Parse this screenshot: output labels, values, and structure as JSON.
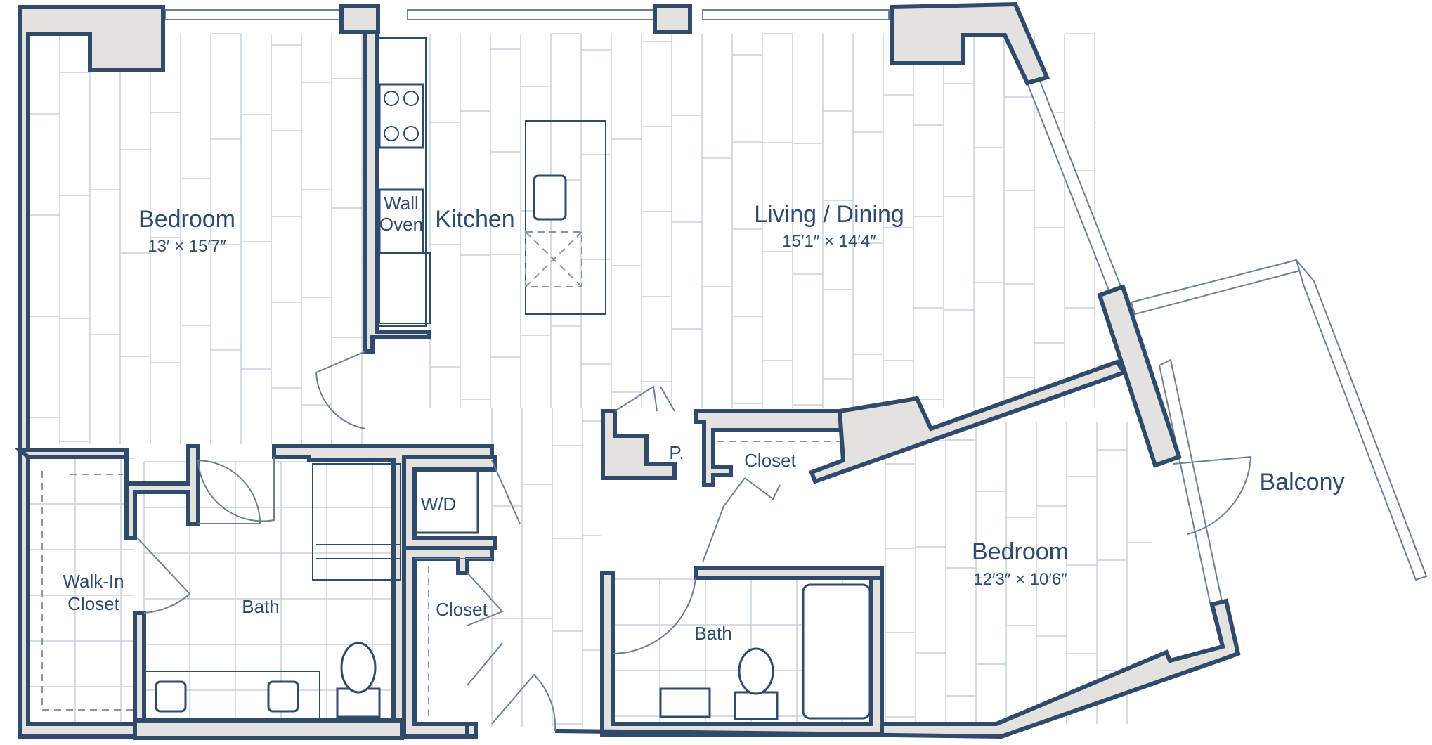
{
  "colors": {
    "wall_outline": "#2f4a6b",
    "wall_fill": "#e4e2df",
    "floor_lines": "#c7d1dc",
    "label_text": "#2f4a6b",
    "background": "#ffffff"
  },
  "rooms": {
    "bedroom_1": {
      "name": "Bedroom",
      "dimensions": "13′ × 15′7″"
    },
    "kitchen": {
      "name": "Kitchen"
    },
    "wall_oven": {
      "line1": "Wall",
      "line2": "Oven"
    },
    "living_dining": {
      "name": "Living / Dining",
      "dimensions": "15′1″ × 14′4″"
    },
    "walk_in_closet": {
      "line1": "Walk-In",
      "line2": "Closet"
    },
    "bath_1": {
      "name": "Bath"
    },
    "washer_dryer": {
      "name": "W/D"
    },
    "hall_closet": {
      "name": "Closet"
    },
    "pantry": {
      "name": "P."
    },
    "bedroom_closet": {
      "name": "Closet"
    },
    "bath_2": {
      "name": "Bath"
    },
    "bedroom_2": {
      "name": "Bedroom",
      "dimensions": "12′3″ × 10′6″"
    },
    "balcony": {
      "name": "Balcony"
    }
  }
}
